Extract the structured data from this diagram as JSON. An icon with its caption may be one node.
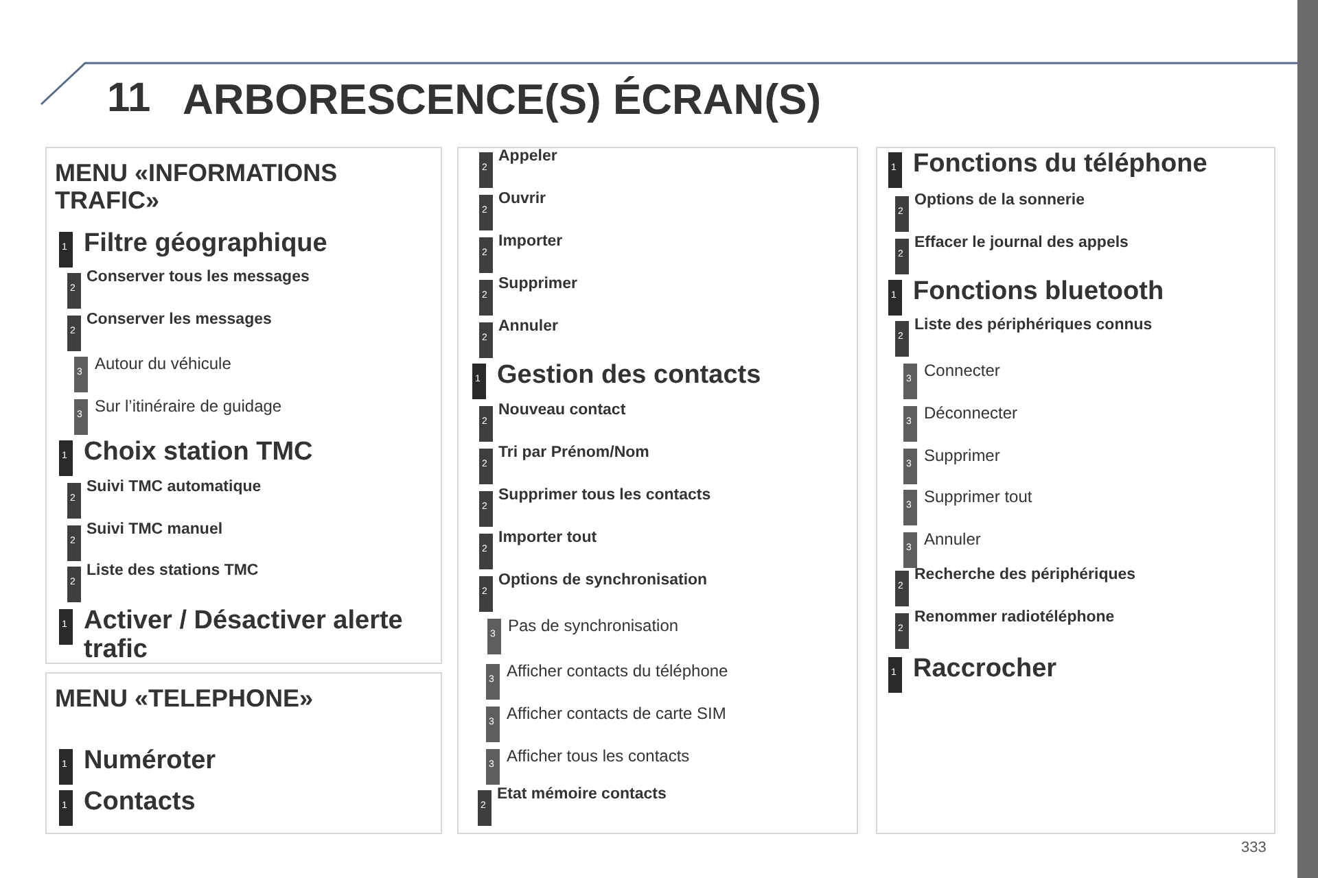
{
  "diagram": {
    "title": "ARBORESCENCE(S) ÉCRAN(S)",
    "nodes": [
      {
        "text": [
          "MENU «INFORMATIONS TRAFIC»"
        ]
      },
      {
        "text": [
          "1"
        ],
        "beside": [
          "Filtre géographique"
        ],
        "in": 0
      },
      {
        "text": [
          "2"
        ],
        "beside": [
          "Conserver tous les messages"
        ],
        "in": 0
      },
      {
        "text": [
          "2"
        ],
        "beside": [
          "Conserver les messages"
        ],
        "in": 0
      },
      {
        "text": [
          "3"
        ],
        "beside": [
          "Autour du véhicule"
        ],
        "in": 0
      },
      {
        "text": [
          "3"
        ],
        "beside": [
          "Sur l’itinéraire de guidage"
        ],
        "in": 0
      },
      {
        "text": [
          "1"
        ],
        "beside": [
          "Choix station TMC"
        ],
        "in": 0
      },
      {
        "text": [
          "2"
        ],
        "beside": [
          "Suivi TMC automatique"
        ],
        "in": 0
      },
      {
        "text": [
          "2"
        ],
        "beside": [
          "Suivi TMC manuel"
        ],
        "in": 0
      },
      {
        "text": [
          "2"
        ],
        "beside": [
          "Liste des stations TMC"
        ],
        "in": 0
      },
      {
        "text": [
          "1"
        ],
        "beside": [
          "Activer / Désactiver alerte trafic"
        ],
        "in": 0
      },
      {
        "text": [
          "MENU «TELEPHONE»"
        ]
      },
      {
        "text": [
          "1"
        ],
        "beside": [
          "Numéroter"
        ],
        "in": 11
      },
      {
        "text": [
          "1"
        ],
        "beside": [
          "Contacts"
        ],
        "in": 11
      },
      {
        "text": [],
        "shape": "box"
      },
      {
        "text": [
          "2"
        ],
        "beside": [
          "Appeler"
        ],
        "in": 14
      },
      {
        "text": [
          "2"
        ],
        "beside": [
          "Ouvrir"
        ],
        "in": 14
      },
      {
        "text": [
          "2"
        ],
        "beside": [
          "Importer"
        ],
        "in": 14
      },
      {
        "text": [
          "2"
        ],
        "beside": [
          "Supprimer"
        ],
        "in": 14
      },
      {
        "text": [
          "2"
        ],
        "beside": [
          "Annuler"
        ],
        "in": 14
      },
      {
        "text": [
          "1"
        ],
        "beside": [
          "Gestion des contacts"
        ],
        "in": 14
      },
      {
        "text": [
          "2"
        ],
        "beside": [
          "Nouveau contact"
        ],
        "in": 14
      },
      {
        "text": [
          "2"
        ],
        "beside": [
          "Tri par Prénom/Nom"
        ],
        "in": 14
      },
      {
        "text": [
          "2"
        ],
        "beside": [
          "Supprimer tous les contacts"
        ],
        "in": 14
      },
      {
        "text": [
          "2"
        ],
        "beside": [
          "Importer tout"
        ],
        "in": 14
      },
      {
        "text": [
          "2"
        ],
        "beside": [
          "Options de synchronisation"
        ],
        "in": 14
      },
      {
        "text": [
          "3"
        ],
        "beside": [
          "Pas de synchronisation"
        ],
        "in": 14
      },
      {
        "text": [
          "3"
        ],
        "beside": [
          "Afficher contacts du téléphone"
        ],
        "in": 14
      },
      {
        "text": [
          "3"
        ],
        "beside": [
          "Afficher contacts de carte SIM"
        ],
        "in": 14
      },
      {
        "text": [
          "3"
        ],
        "beside": [
          "Afficher tous les contacts"
        ],
        "in": 14
      },
      {
        "text": [
          "2"
        ],
        "beside": [
          "Etat mémoire contacts"
        ],
        "in": 14
      },
      {
        "text": [],
        "shape": "box"
      },
      {
        "text": [
          "1"
        ],
        "beside": [
          "Fonctions du téléphone"
        ],
        "in": 31
      },
      {
        "text": [
          "2"
        ],
        "beside": [
          "Options de la sonnerie"
        ],
        "in": 31
      },
      {
        "text": [
          "2"
        ],
        "beside": [
          "Effacer le journal des appels"
        ],
        "in": 31
      },
      {
        "text": [
          "1"
        ],
        "beside": [
          "Fonctions bluetooth"
        ],
        "in": 31
      },
      {
        "text": [
          "2"
        ],
        "beside": [
          "Liste des périphériques connus"
        ],
        "in": 31
      },
      {
        "text": [
          "3"
        ],
        "beside": [
          "Connecter"
        ],
        "in": 31
      },
      {
        "text": [
          "3"
        ],
        "beside": [
          "Déconnecter"
        ],
        "in": 31
      },
      {
        "text": [
          "3"
        ],
        "beside": [
          "Supprimer"
        ],
        "in": 31
      },
      {
        "text": [
          "3"
        ],
        "beside": [
          "Supprimer tout"
        ],
        "in": 31
      },
      {
        "text": [
          "3"
        ],
        "beside": [
          "Annuler"
        ],
        "in": 31
      },
      {
        "text": [
          "2"
        ],
        "beside": [
          "Recherche des périphériques"
        ],
        "in": 31
      },
      {
        "text": [
          "2"
        ],
        "beside": [
          "Renommer radiotéléphone"
        ],
        "in": 31
      },
      {
        "text": [
          "1"
        ],
        "beside": [
          "Raccrocher"
        ],
        "in": 31
      }
    ],
    "edges": [],
    "labels": [
      "11",
      "333"
    ]
  }
}
